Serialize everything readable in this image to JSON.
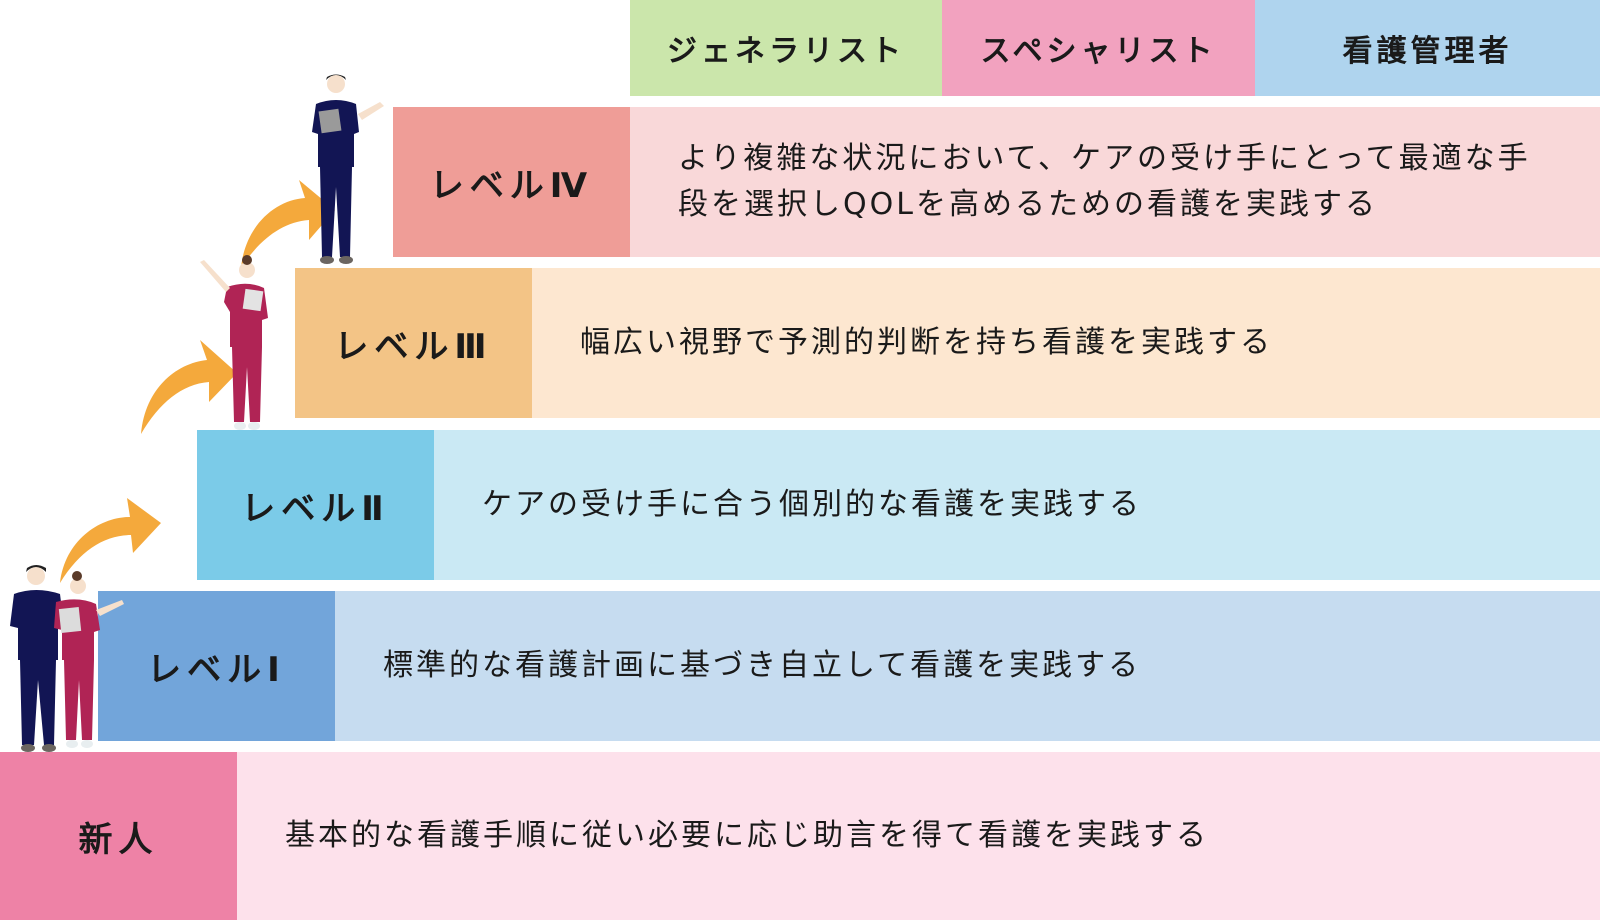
{
  "header": {
    "tracks": [
      {
        "label": "ジェネラリスト",
        "color": "#cbe6ab"
      },
      {
        "label": "スペシャリスト",
        "color": "#f2a2bf"
      },
      {
        "label": "看護管理者",
        "color": "#afd4ee"
      }
    ]
  },
  "levels": [
    {
      "label": "レベルⅣ",
      "description": "より複雑な状況において、ケアの受け手にとって最適な手段を選択しQOLを高めるための看護を実践する",
      "label_color": "#ef9d97",
      "desc_color": "#f9d8d9"
    },
    {
      "label": "レベルⅢ",
      "description": "幅広い視野で予測的判断を持ち看護を実践する",
      "label_color": "#f3c486",
      "desc_color": "#fde7d0"
    },
    {
      "label": "レベルⅡ",
      "description": "ケアの受け手に合う個別的な看護を実践する",
      "label_color": "#7bcbe8",
      "desc_color": "#cae9f4"
    },
    {
      "label": "レベルⅠ",
      "description": "標準的な看護計画に基づき自立して看護を実践する",
      "label_color": "#72a5da",
      "desc_color": "#c6dcf0"
    },
    {
      "label": "新人",
      "description": "基本的な看護手順に従い必要に応じ助言を得て看護を実践する",
      "label_color": "#ee82a6",
      "desc_color": "#fde1eb"
    }
  ],
  "illustration": {
    "figures": [
      "nurse-male-navy",
      "nurse-female-red"
    ],
    "arrow_color": "#f4a93c"
  }
}
